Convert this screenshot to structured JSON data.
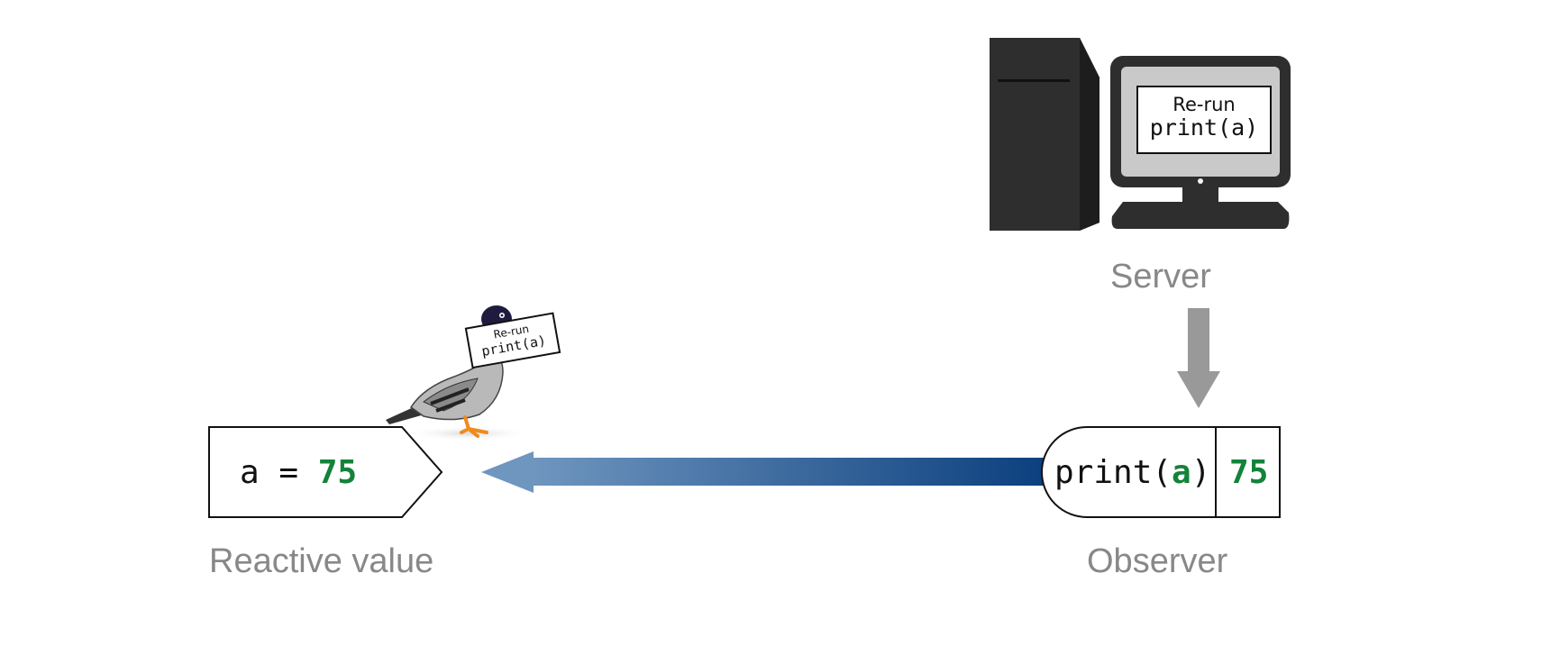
{
  "reactive_value": {
    "variable": "a",
    "operator": "=",
    "value": "75",
    "caption": "Reactive value"
  },
  "observer": {
    "expr_prefix": "print(",
    "expr_arg": "a",
    "expr_suffix": ")",
    "value": "75",
    "caption": "Observer"
  },
  "server": {
    "caption": "Server",
    "screen_line1": "Re-run",
    "screen_line2": "print(a)"
  },
  "pigeon_note": {
    "line1": "Re-run",
    "line2": "print(a)"
  },
  "colors": {
    "value_green": "#13833a",
    "arrow_dark": "#0b3f7e",
    "arrow_light": "#6f96bf",
    "server_arrow": "#999999",
    "caption_gray": "#888888",
    "computer_dark": "#2e2e2e"
  }
}
